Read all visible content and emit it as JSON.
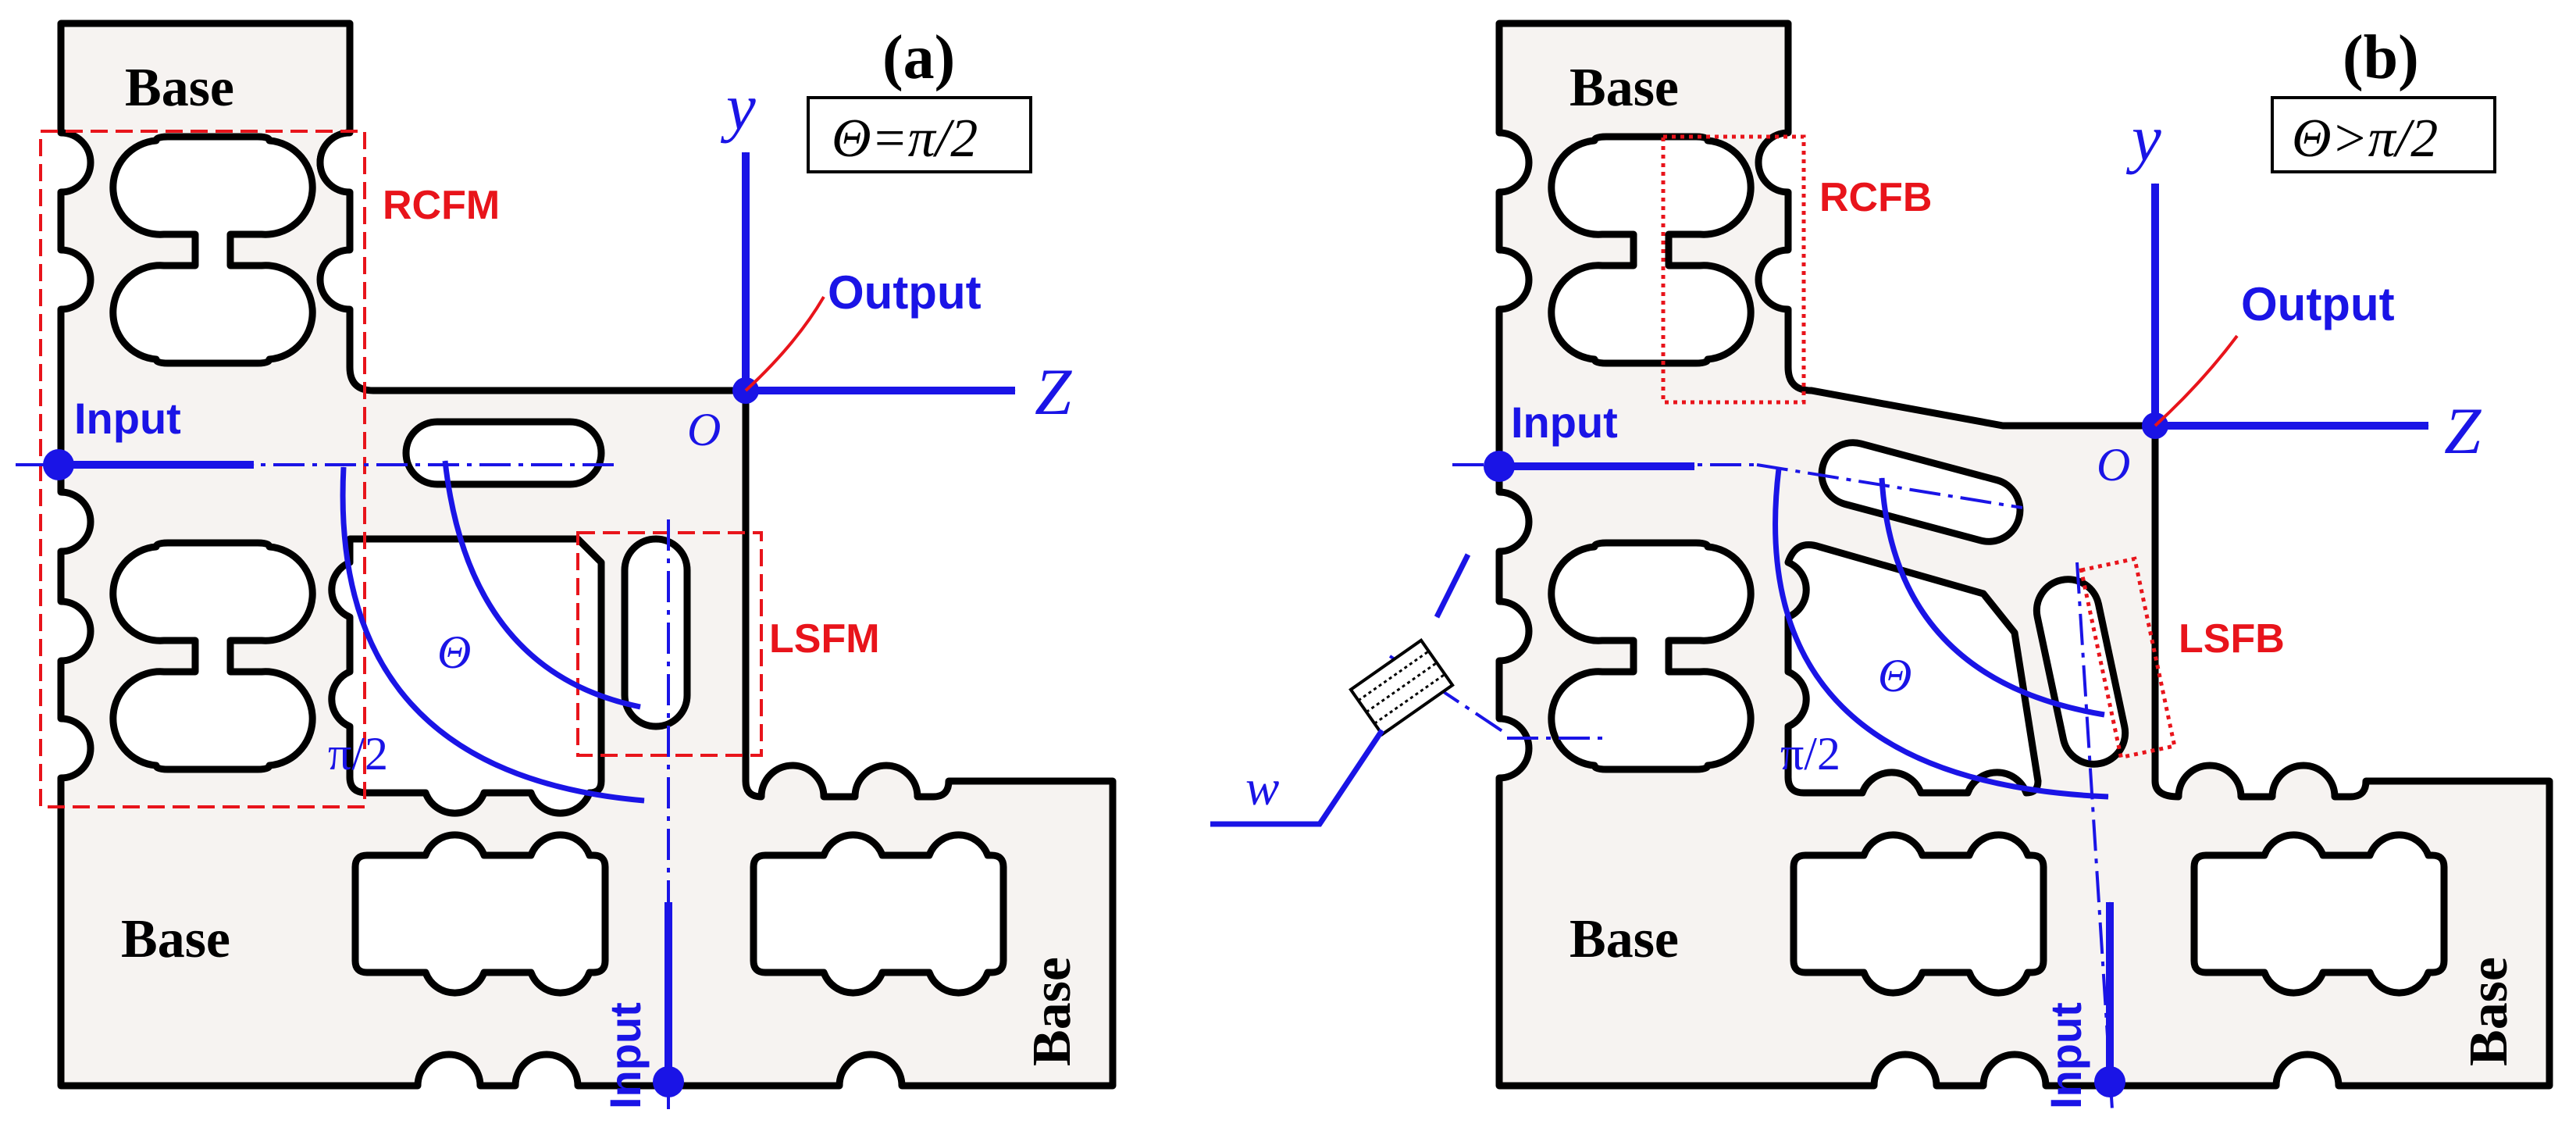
{
  "panel_a": {
    "tag": "(a)",
    "condition": "Θ=π/2",
    "base_top": "Base",
    "base_left": "Base",
    "base_right": "Base",
    "region_top": "RCFM",
    "region_side": "LSFM",
    "input_horizontal": "Input",
    "input_vertical": "Input",
    "output": "Output",
    "origin": "O",
    "axis_y": "y",
    "axis_z": "Z",
    "angle_theta": "Θ",
    "angle_right": "π/2"
  },
  "panel_b": {
    "tag": "(b)",
    "condition": "Θ>π/2",
    "base_top": "Base",
    "base_left": "Base",
    "base_right": "Base",
    "region_top": "RCFB",
    "region_side": "LSFB",
    "input_horizontal": "Input",
    "input_vertical": "Input",
    "output": "Output",
    "origin": "O",
    "axis_y": "y",
    "axis_z": "Z",
    "angle_theta": "Θ",
    "angle_right": "π/2",
    "width_label": "w"
  },
  "colors": {
    "blue": "#1a14e6",
    "red": "#e8141b",
    "body_fill": "#f6f3f1"
  }
}
